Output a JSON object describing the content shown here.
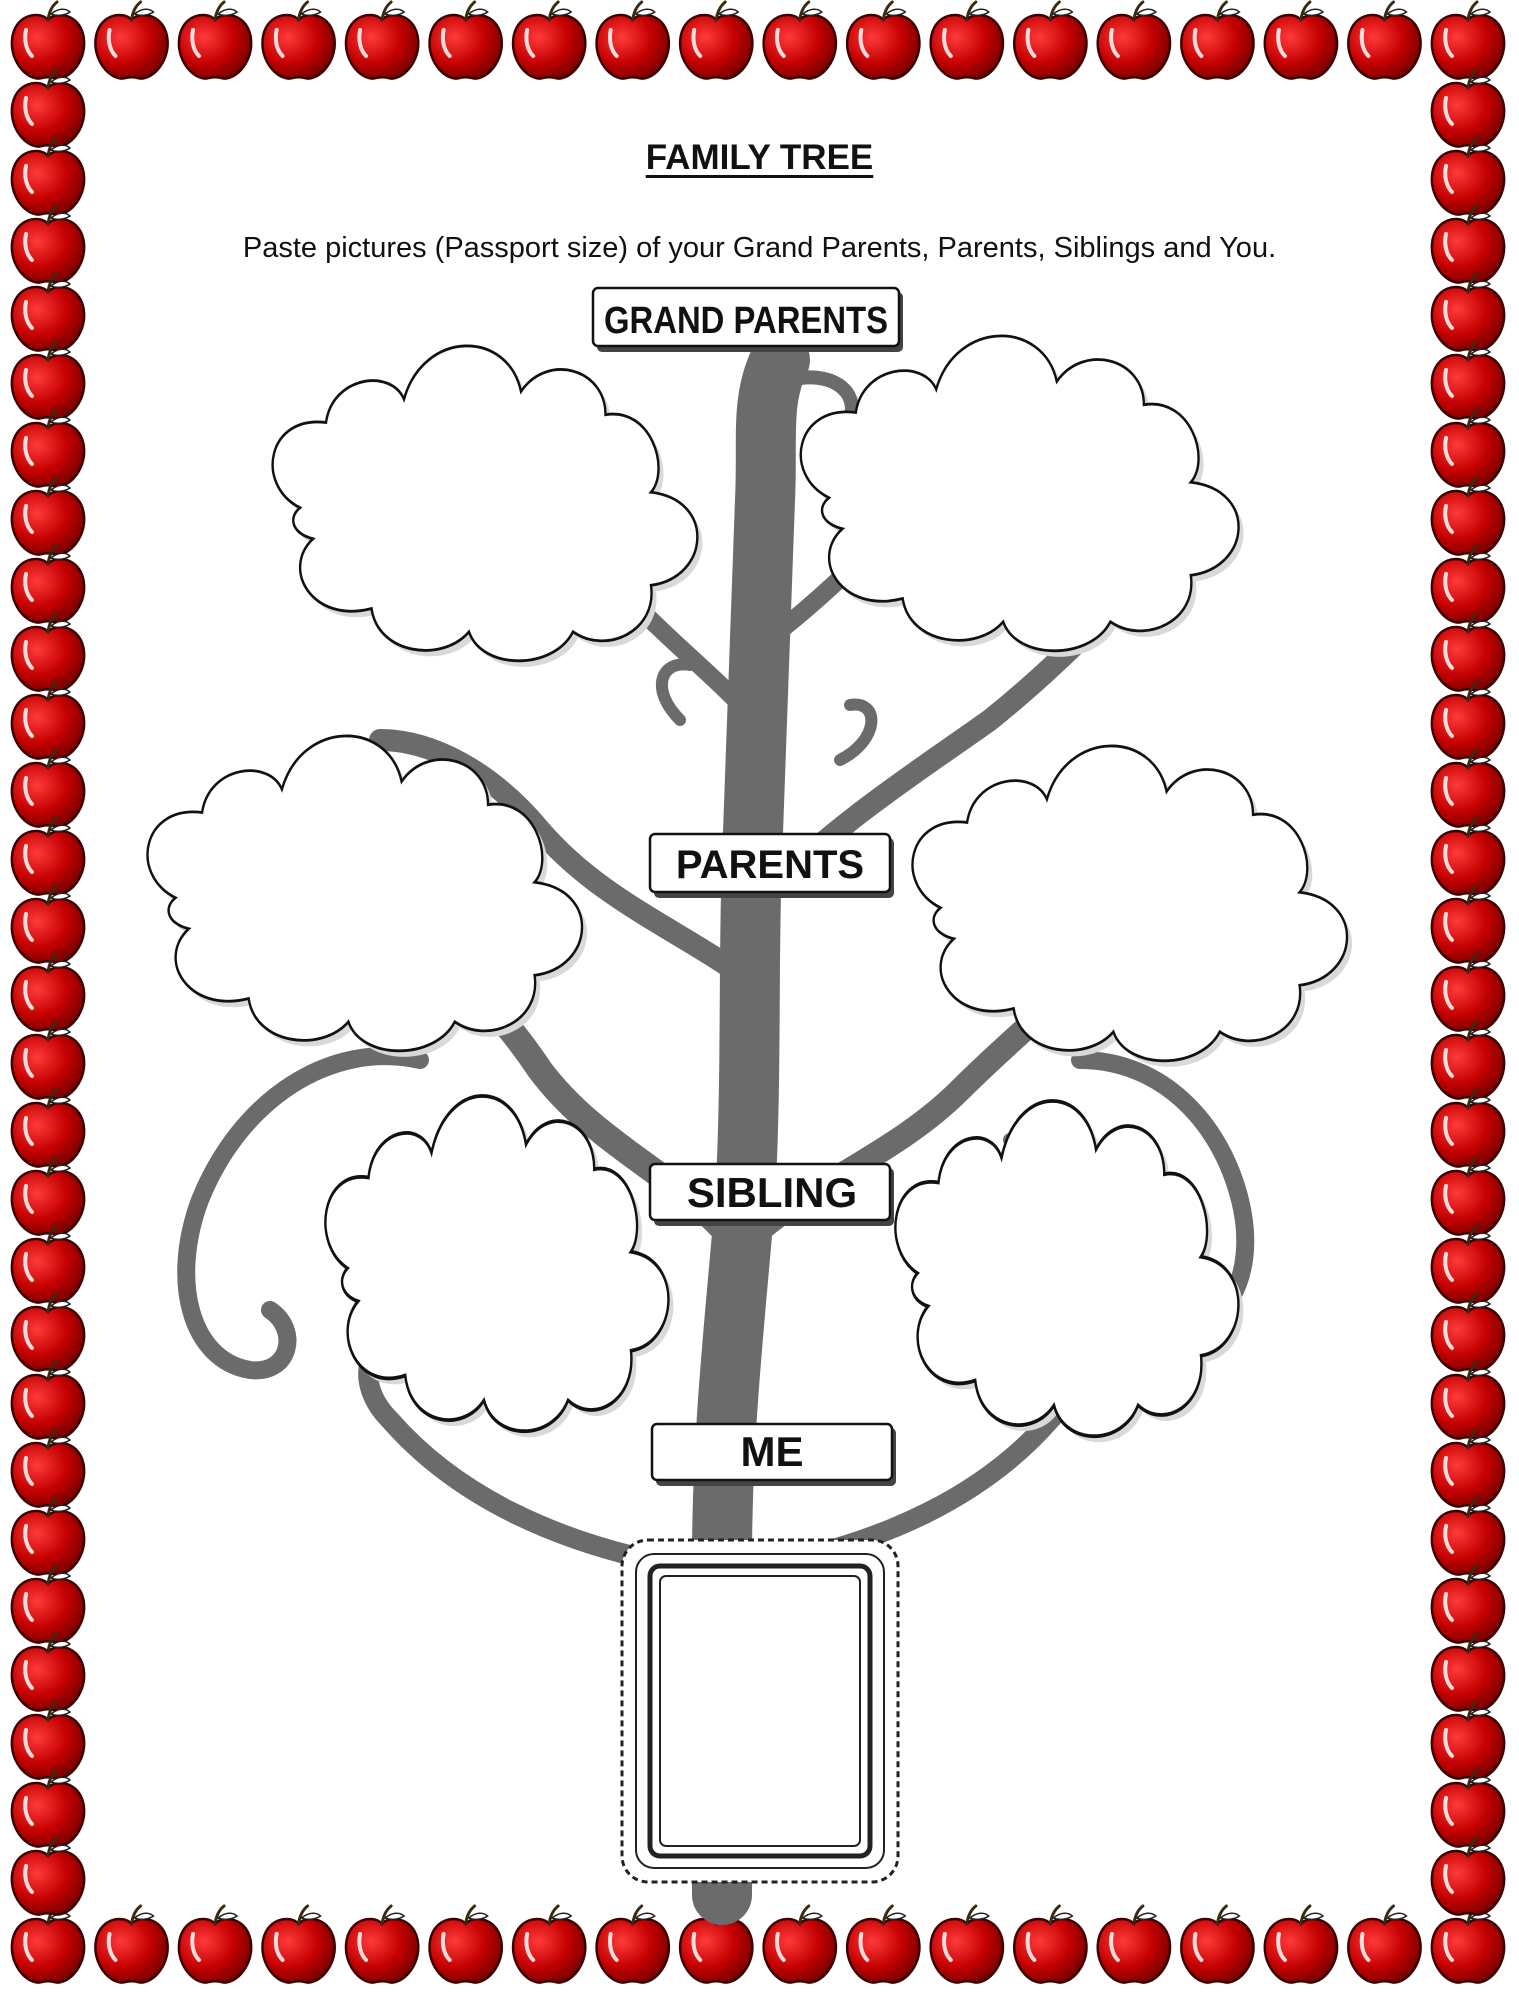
{
  "worksheet": {
    "title": "FAMILY TREE",
    "instructions": "Paste pictures (Passport size) of your Grand Parents, Parents, Siblings and You."
  },
  "labels": {
    "grand_parents": "GRAND PARENTS",
    "parents": "PARENTS",
    "sibling": "SIBLING",
    "me": "ME"
  },
  "colors": {
    "apple_red": "#c40000",
    "apple_dark": "#7a0000",
    "tree_gray": "#6b6b6b",
    "outline": "#111111"
  },
  "icons": {
    "border": "apple-icon",
    "photo_slots": "cloud-frame-icon",
    "me_slot": "scalloped-photo-frame-icon"
  }
}
